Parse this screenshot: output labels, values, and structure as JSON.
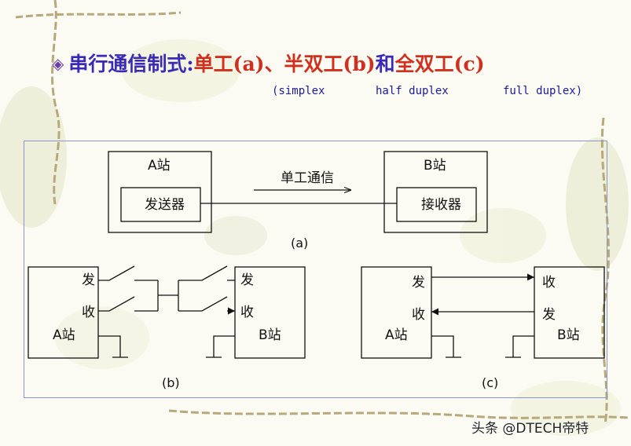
{
  "title": {
    "bullet": "◈",
    "main": "串行通信制式:",
    "part_a": "单工(a)",
    "sep": "、",
    "part_b": "半双工(b)",
    "and": "和",
    "part_c": "全双工(c)"
  },
  "subtitle": {
    "simplex": "(simplex",
    "half_duplex": "half duplex",
    "full_duplex": "full duplex)"
  },
  "diagram_a": {
    "station_a": "A站",
    "station_b": "B站",
    "sender": "发送器",
    "receiver": "接收器",
    "link_label": "单工通信",
    "caption": "(a)"
  },
  "diagram_b": {
    "station_a": "A站",
    "station_b": "B站",
    "a_send": "发",
    "a_recv": "收",
    "b_send": "发",
    "b_recv": "收",
    "caption": "(b)"
  },
  "diagram_c": {
    "station_a": "A站",
    "station_b": "B站",
    "a_send": "发",
    "a_recv": "收",
    "b_recv": "收",
    "b_send": "发",
    "caption": "(c)"
  },
  "watermark": "头条 @DTECH帝特"
}
